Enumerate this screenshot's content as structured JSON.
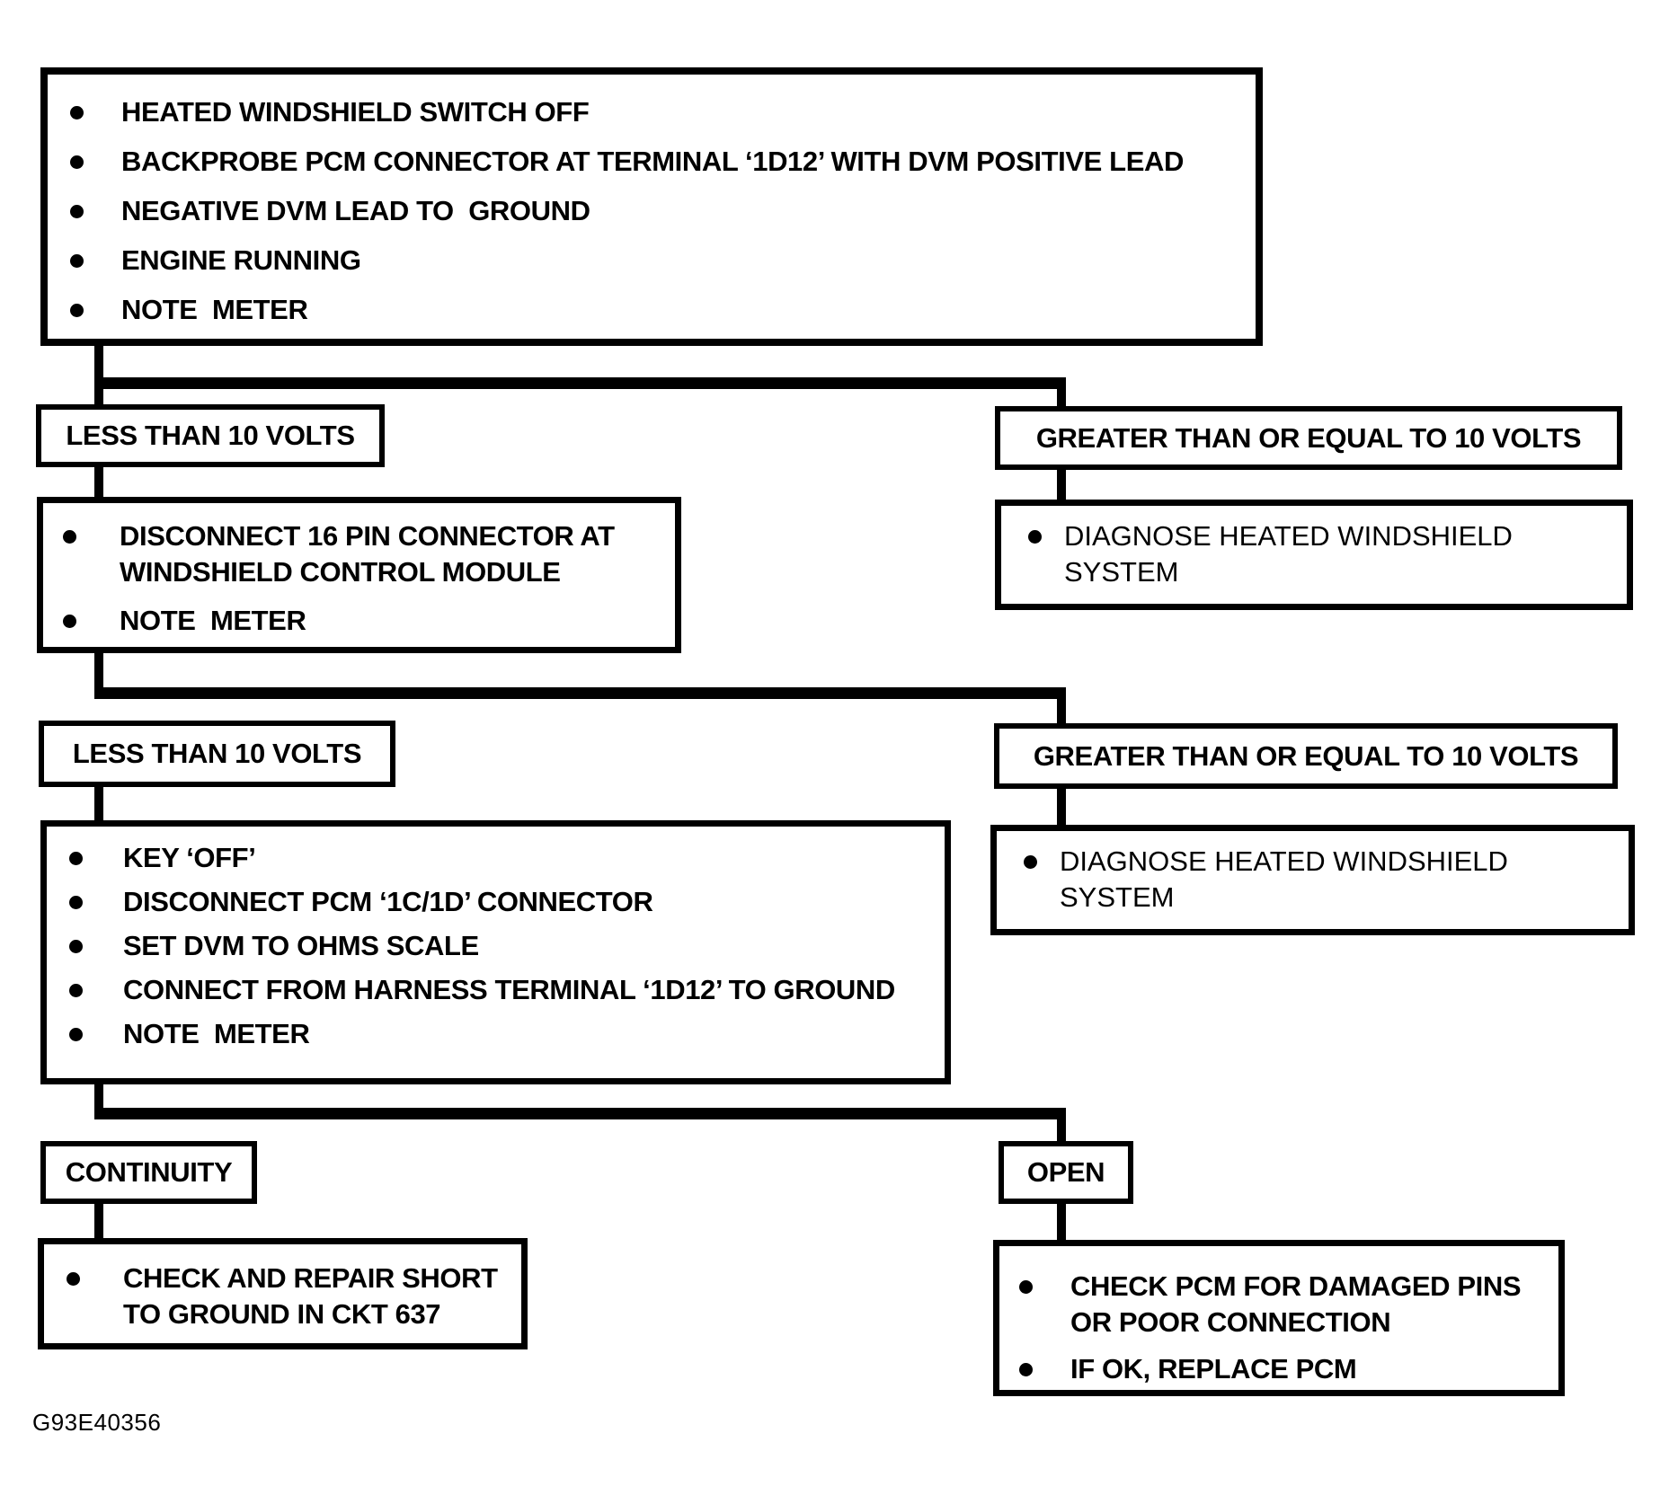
{
  "figure_id": "G93E40356",
  "colors": {
    "diagram_line": "#000000",
    "background": "#ffffff"
  },
  "flowchart": {
    "step_initial": {
      "items": [
        "HEATED WINDSHIELD SWITCH OFF",
        "BACKPROBE PCM CONNECTOR AT TERMINAL ‘1D12’ WITH DVM POSITIVE LEAD",
        "NEGATIVE DVM LEAD TO  GROUND",
        "ENGINE RUNNING",
        "NOTE  METER"
      ]
    },
    "branch1": {
      "left": "LESS THAN 10 VOLTS",
      "right": "GREATER THAN OR EQUAL TO 10 VOLTS"
    },
    "step_disconnect_16pin": {
      "items": [
        "DISCONNECT 16 PIN CONNECTOR AT WINDSHIELD CONTROL MODULE",
        "NOTE  METER"
      ]
    },
    "diagnose1": {
      "items": [
        "DIAGNOSE HEATED WINDSHIELD SYSTEM"
      ]
    },
    "branch2": {
      "left": "LESS THAN 10 VOLTS",
      "right": "GREATER THAN OR EQUAL TO 10 VOLTS"
    },
    "step_key_off": {
      "items": [
        "KEY ‘OFF’",
        "DISCONNECT PCM ‘1C/1D’ CONNECTOR",
        "SET DVM TO OHMS SCALE",
        "CONNECT FROM HARNESS TERMINAL ‘1D12’ TO GROUND",
        "NOTE  METER"
      ]
    },
    "diagnose2": {
      "items": [
        "DIAGNOSE HEATED WINDSHIELD SYSTEM"
      ]
    },
    "branch3": {
      "left": "CONTINUITY",
      "right": "OPEN"
    },
    "step_repair_short": {
      "items": [
        "CHECK AND REPAIR SHORT TO GROUND IN CKT 637"
      ]
    },
    "step_check_pcm": {
      "items": [
        "CHECK PCM FOR DAMAGED PINS OR POOR CONNECTION",
        "IF OK, REPLACE PCM"
      ]
    }
  }
}
